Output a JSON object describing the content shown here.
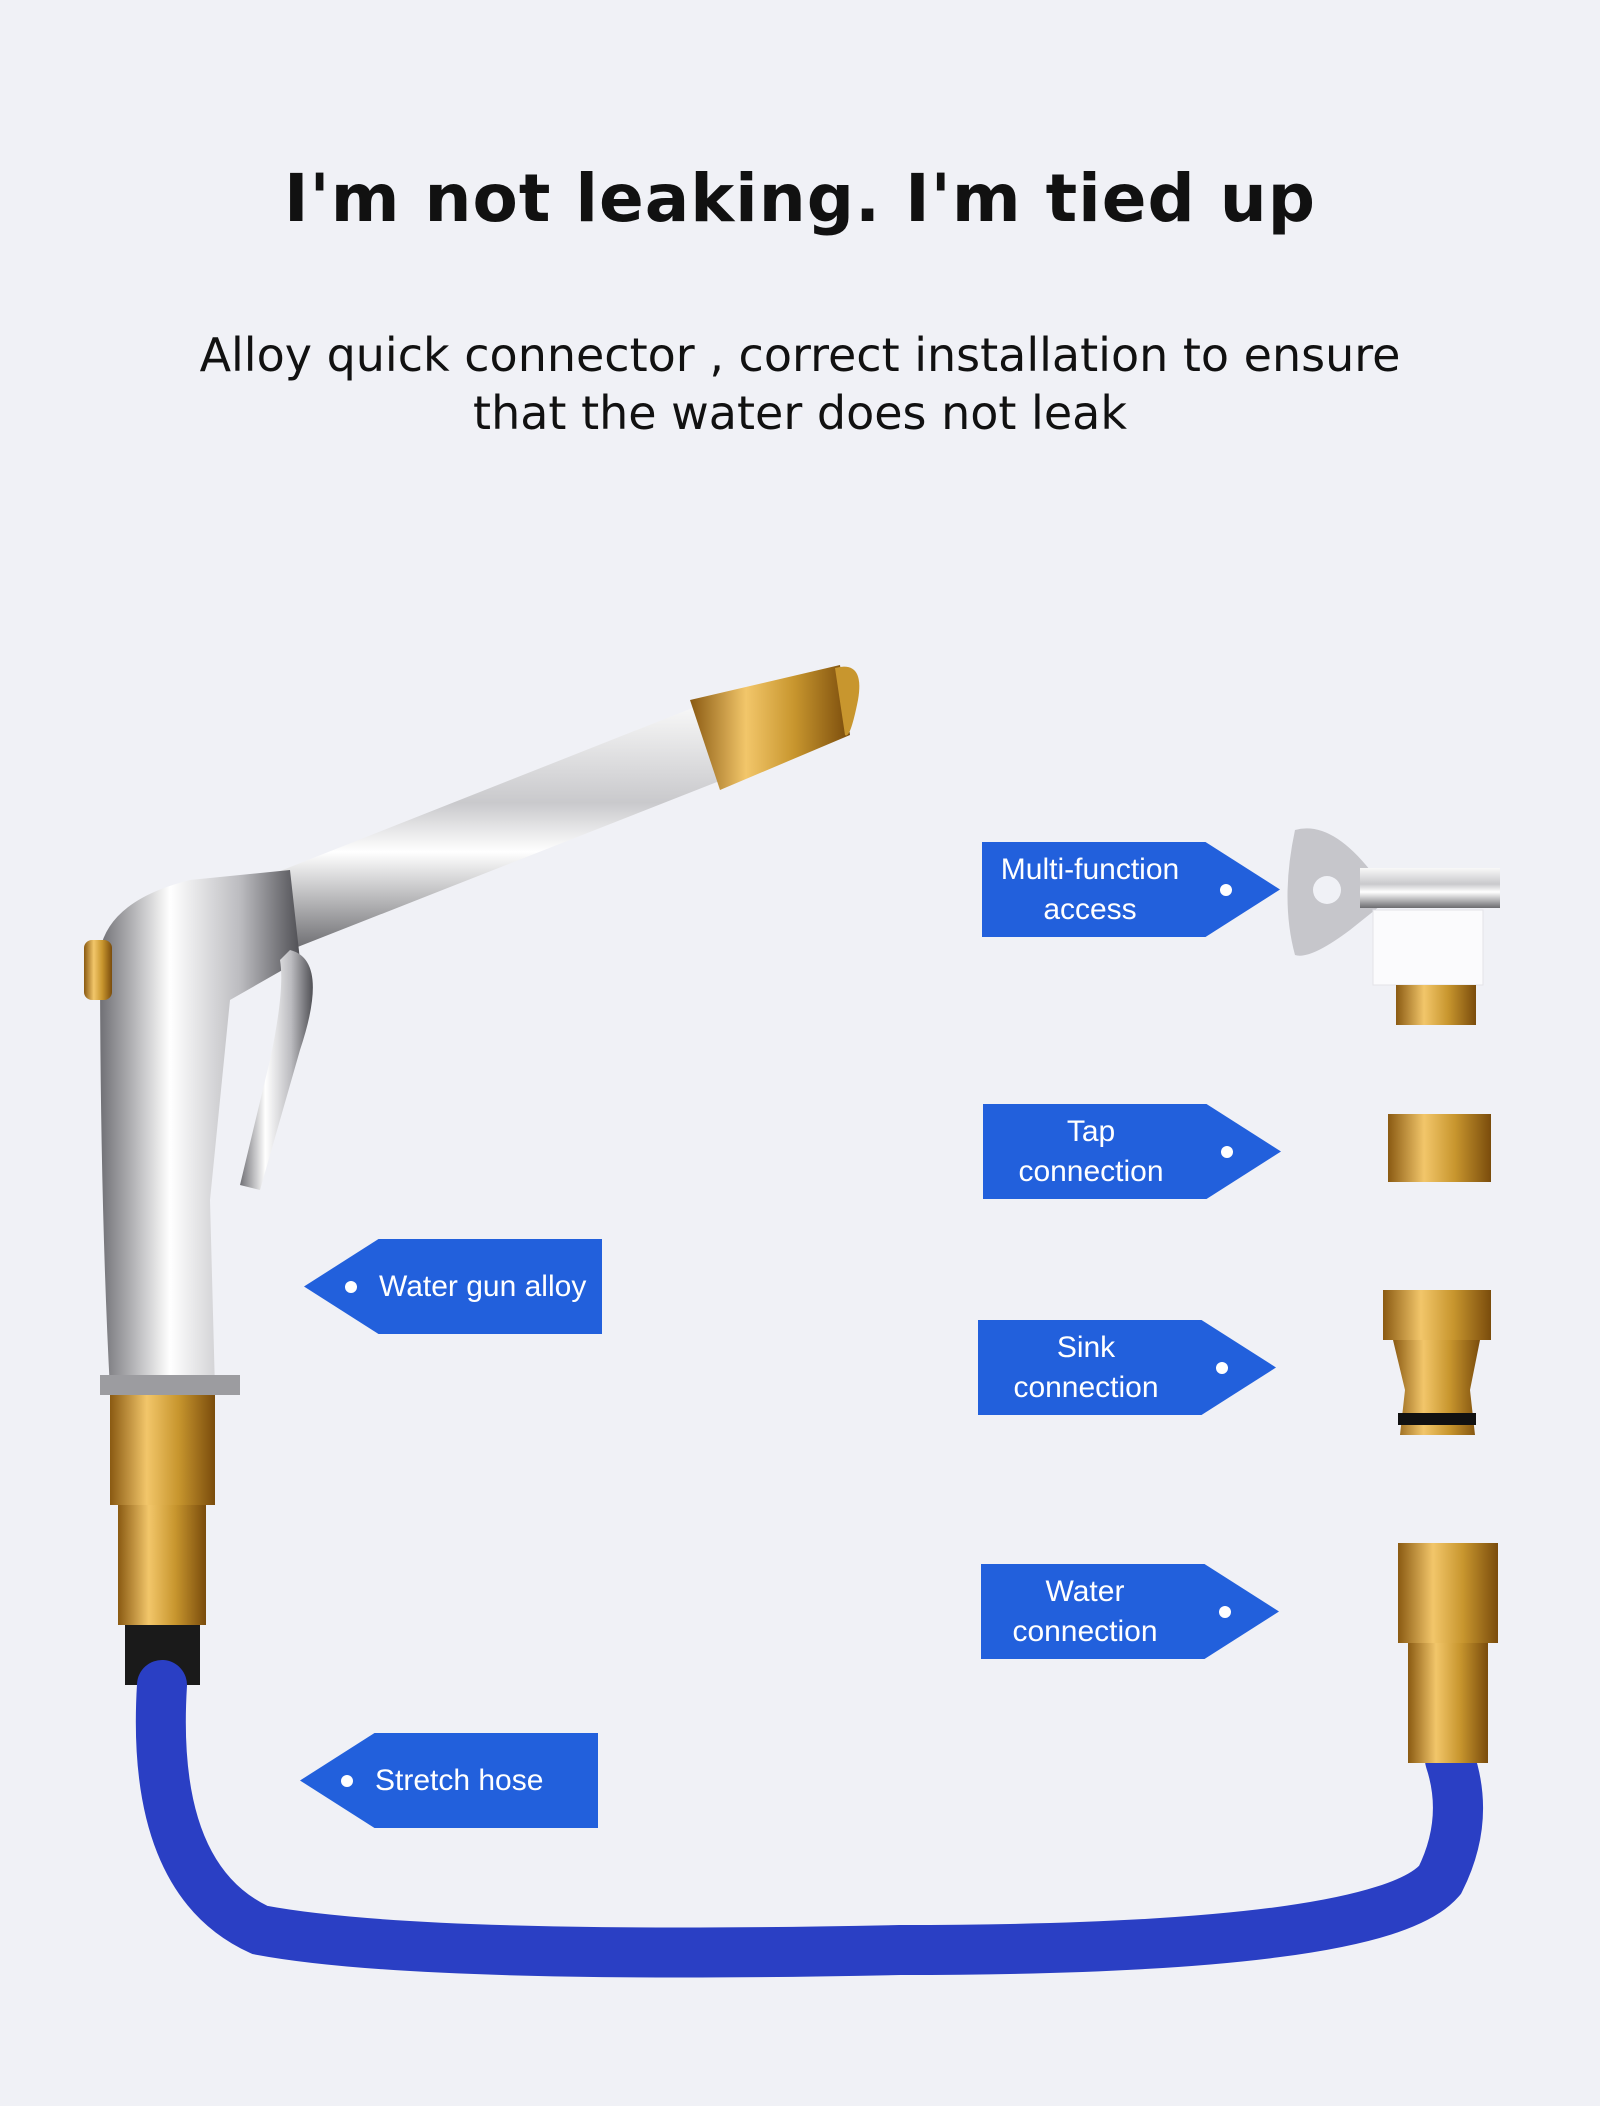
{
  "header": {
    "title": "I'm not leaking. I'm tied up",
    "subtitle_line1": "Alloy quick connector , correct installation to ensure",
    "subtitle_line2": "that the water does not leak"
  },
  "labels": {
    "multi_function_line1": "Multi-function",
    "multi_function_line2": "access",
    "tap": "Tap connection",
    "sink": "Sink connection",
    "water": "Water connection",
    "gun": "Water gun alloy",
    "hose": "Stretch hose"
  },
  "colors": {
    "accent": "#2260dc",
    "background": "#f0f1f6",
    "brass": "#c8962e",
    "hose": "#2a3fc4"
  }
}
